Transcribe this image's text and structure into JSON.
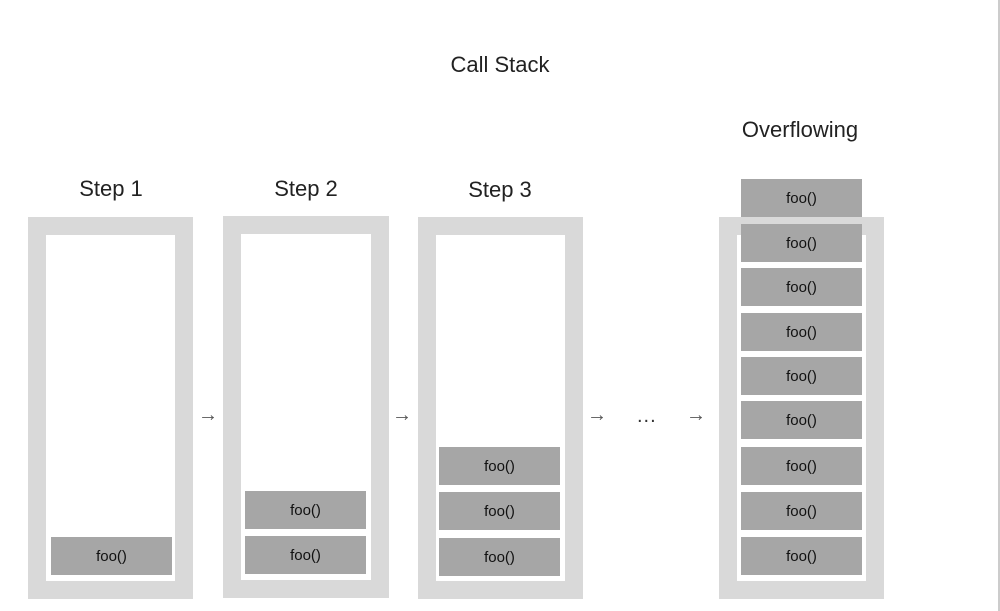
{
  "title": "Call Stack",
  "steps": [
    {
      "label": "Step 1",
      "frames": [
        "foo()"
      ]
    },
    {
      "label": "Step 2",
      "frames": [
        "foo()",
        "foo()"
      ]
    },
    {
      "label": "Step 3",
      "frames": [
        "foo()",
        "foo()",
        "foo()"
      ]
    },
    {
      "label": "Overflowing",
      "frames": [
        "foo()",
        "foo()",
        "foo()",
        "foo()",
        "foo()",
        "foo()",
        "foo()",
        "foo()",
        "foo()"
      ]
    }
  ],
  "arrow_symbol": "→",
  "ellipsis": "...",
  "colors": {
    "stack_border": "#d9d9d9",
    "frame_fill": "#a6a6a6",
    "background": "#ffffff"
  }
}
